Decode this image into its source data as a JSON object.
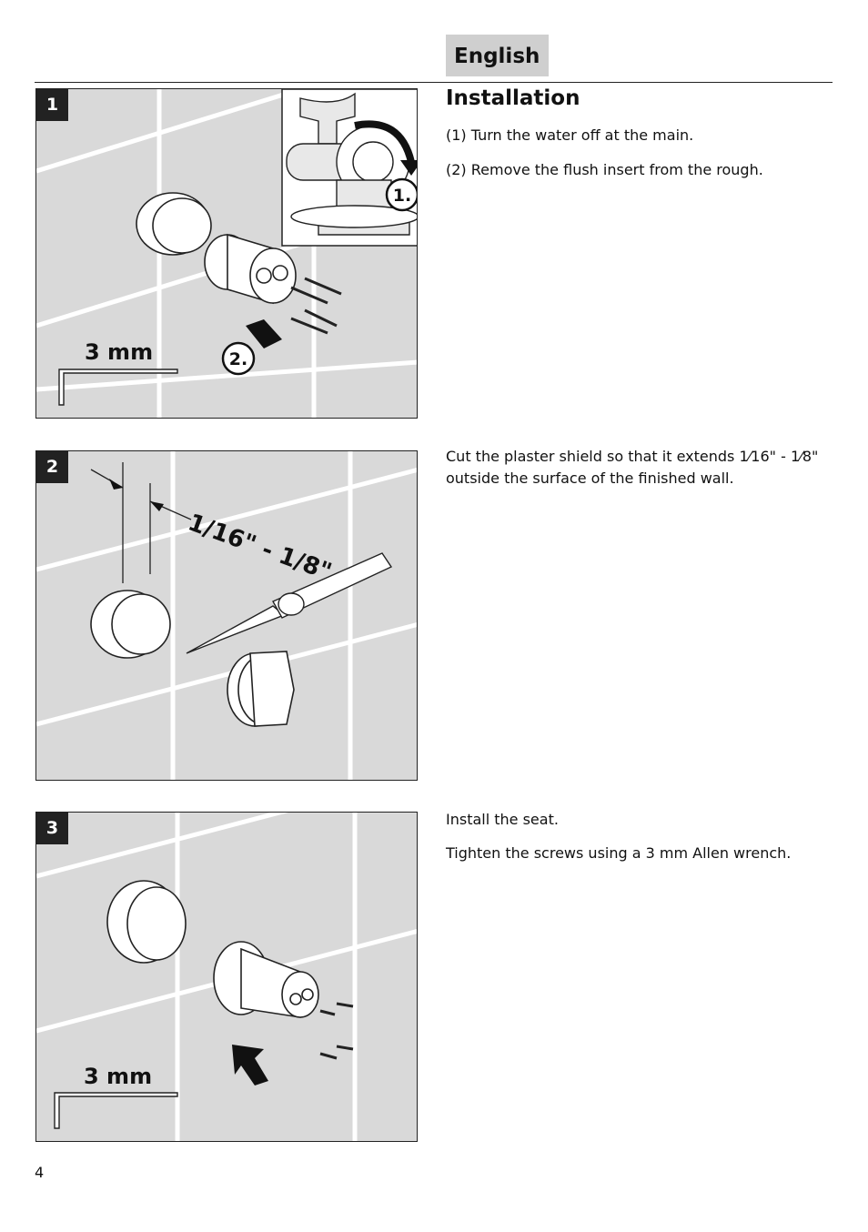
{
  "header": {
    "language_tab": "English",
    "section_title": "Installation"
  },
  "steps": [
    {
      "number": "1",
      "callouts": [
        "1.",
        "2."
      ],
      "tool_label": "3 mm",
      "text": [
        "(1) Turn the water off at the main.",
        "(2) Remove the flush insert from the rough."
      ]
    },
    {
      "number": "2",
      "dimension_label": "1/16\" - 1/8\"",
      "text": [
        "Cut the plaster shield so that it extends 1⁄16\" - 1⁄8\" outside the surface of the finished wall."
      ]
    },
    {
      "number": "3",
      "tool_label": "3 mm",
      "text": [
        "Install the seat.",
        "Tighten the screws using a 3 mm Allen wrench."
      ]
    }
  ],
  "footer": {
    "page_number": "4"
  }
}
